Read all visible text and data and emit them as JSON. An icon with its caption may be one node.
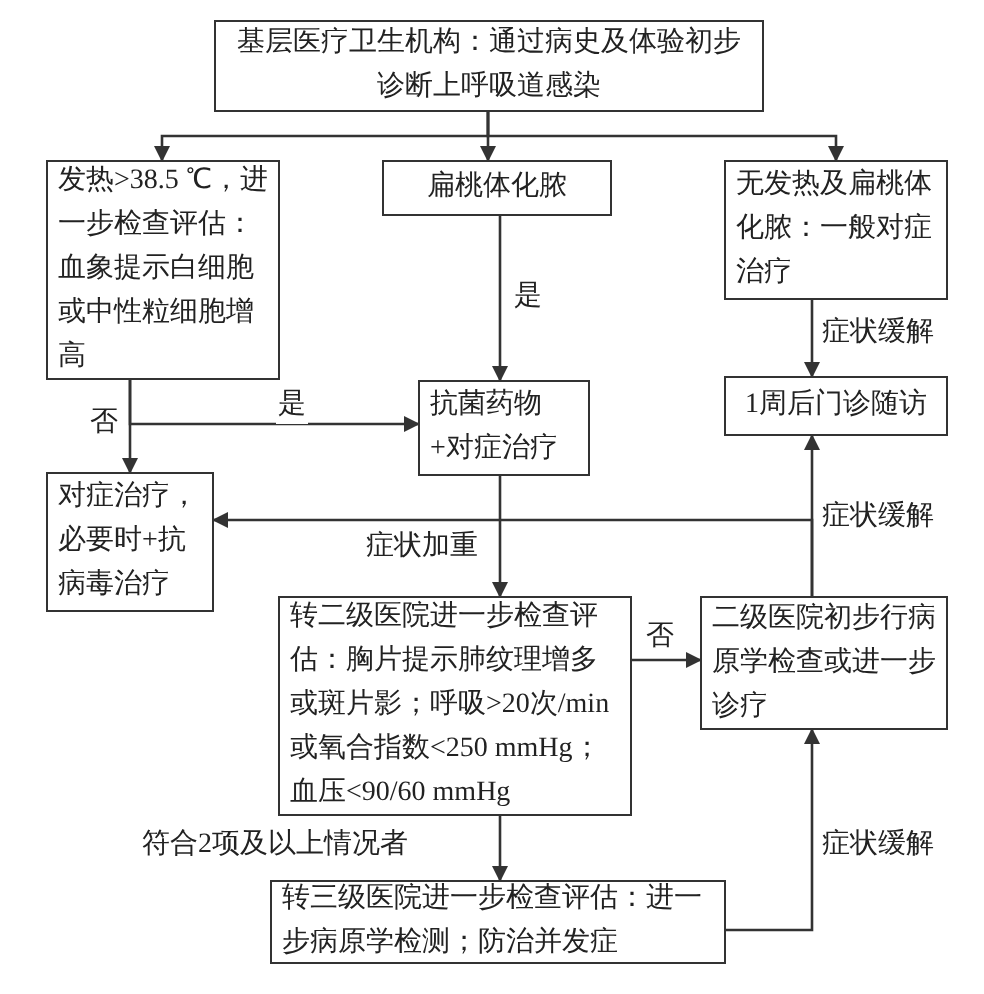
{
  "diagram": {
    "nodes": [
      {
        "text": [
          "基层医疗卫生机构：通过病史及体验初步诊断上呼吸道感染"
        ]
      },
      {
        "text": [
          "发热>38.5 ℃，进一步检查评估：血象提示白细胞或中性粒细胞增高"
        ]
      },
      {
        "text": [
          "扁桃体化脓"
        ]
      },
      {
        "text": [
          "无发热及扁桃体化脓：一般对症治疗"
        ]
      },
      {
        "text": [
          "抗菌药物+对症治疗"
        ]
      },
      {
        "text": [
          "1周后门诊随访"
        ]
      },
      {
        "text": [
          "对症治疗，必要时+抗病毒治疗"
        ]
      },
      {
        "text": [
          "转二级医院进一步检查评估：胸片提示肺纹理增多或斑片影；呼吸>20次/min或氧合指数<250 mmHg；血压<90/60 mmHg"
        ]
      },
      {
        "text": [
          "二级医院初步行病原学检查或进一步诊疗"
        ]
      },
      {
        "text": [
          "转三级医院进一步检查评估：进一步病原学检测；防治并发症"
        ]
      }
    ],
    "edges": [
      {
        "from": 0,
        "to": 1,
        "arrow": "to"
      },
      {
        "from": 0,
        "to": 2,
        "arrow": "to"
      },
      {
        "from": 0,
        "to": 3,
        "arrow": "to"
      },
      {
        "from": 2,
        "to": 4,
        "arrow": "to",
        "label": "是"
      },
      {
        "from": 1,
        "to": 6,
        "arrow": "to",
        "label": "否"
      },
      {
        "from": 1,
        "to": 4,
        "arrow": "to",
        "label": "是"
      },
      {
        "from": 3,
        "to": 5,
        "arrow": "to",
        "label": "症状缓解"
      },
      {
        "from": 4,
        "to": 7,
        "arrow": "to",
        "label": "症状加重"
      },
      {
        "from": 8,
        "to": 5,
        "arrow": "to",
        "label": "症状缓解"
      },
      {
        "from": 8,
        "to": 6,
        "arrow": "to"
      },
      {
        "from": 7,
        "to": 8,
        "arrow": "to",
        "label": "否"
      },
      {
        "from": 7,
        "to": 9,
        "arrow": "to",
        "label": "符合2项及以上情况者"
      },
      {
        "from": 9,
        "to": 8,
        "arrow": "to",
        "label": "症状缓解"
      }
    ]
  }
}
